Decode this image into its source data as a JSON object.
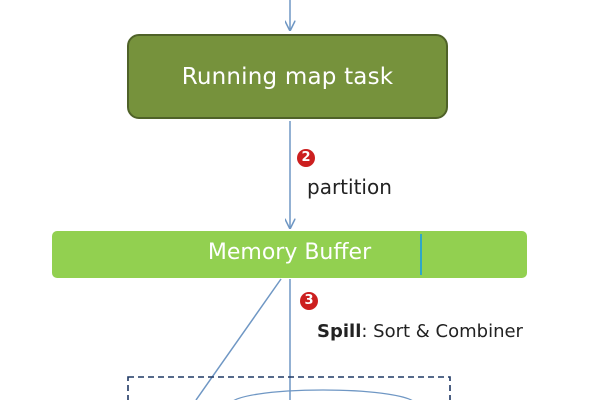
{
  "map_task": {
    "label": "Running map task"
  },
  "steps": [
    {
      "badge": "2",
      "label": "partition"
    },
    {
      "badge": "3",
      "keyword": "Spill",
      "label": ": Sort & Combiner"
    }
  ],
  "memory_buffer": {
    "label": "Memory Buffer"
  },
  "colors": {
    "map_task_fill": "#76923c",
    "map_task_border": "#4f6228",
    "memory_buffer_fill": "#92d050",
    "arrow": "#6f97c4",
    "badge": "#cc1f1f",
    "spill_box_border": "#1f3864"
  }
}
